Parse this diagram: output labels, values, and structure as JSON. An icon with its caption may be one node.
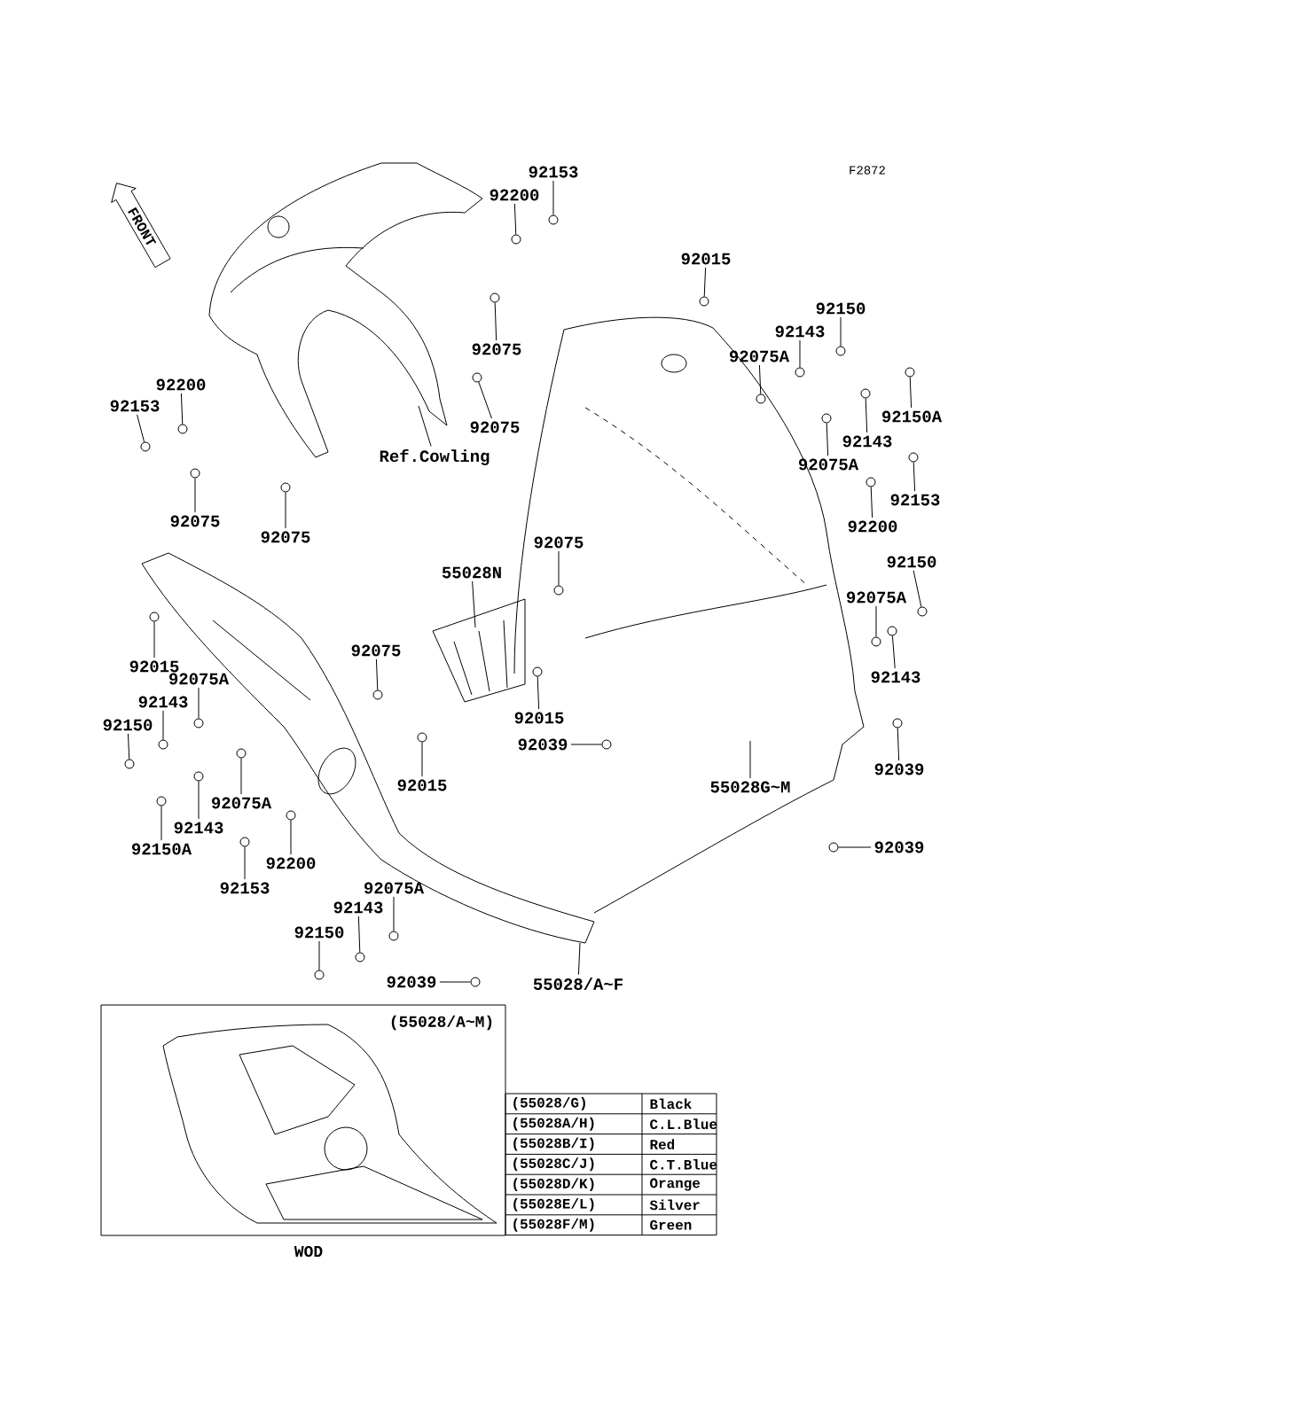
{
  "diagram": {
    "nodes": [
      {
        "text": [
          "92153"
        ]
      },
      {
        "text": [
          "92200"
        ]
      },
      {
        "text": [
          "92015"
        ]
      },
      {
        "text": [
          "92150"
        ]
      },
      {
        "text": [
          "92143"
        ]
      },
      {
        "text": [
          "92075"
        ]
      },
      {
        "text": [
          "92075A"
        ]
      },
      {
        "text": [
          "92200"
        ]
      },
      {
        "text": [
          "92153"
        ]
      },
      {
        "text": [
          "92150A"
        ]
      },
      {
        "text": [
          "92075"
        ]
      },
      {
        "text": [
          "92143"
        ]
      },
      {
        "text": [
          "Ref.Cowling"
        ]
      },
      {
        "text": [
          "92075A"
        ]
      },
      {
        "text": [
          "92153"
        ]
      },
      {
        "text": [
          "92075"
        ]
      },
      {
        "text": [
          "92075"
        ]
      },
      {
        "text": [
          "92200"
        ]
      },
      {
        "text": [
          "92075"
        ]
      },
      {
        "text": [
          "92150"
        ]
      },
      {
        "text": [
          "55028N"
        ]
      },
      {
        "text": [
          "92075A"
        ]
      },
      {
        "text": [
          "92015"
        ]
      },
      {
        "text": [
          "92075A"
        ]
      },
      {
        "text": [
          "92143"
        ]
      },
      {
        "text": [
          "92075"
        ]
      },
      {
        "text": [
          "92143"
        ]
      },
      {
        "text": [
          "92150"
        ]
      },
      {
        "text": [
          "92015"
        ]
      },
      {
        "text": [
          "92039"
        ]
      },
      {
        "text": [
          "92039"
        ]
      },
      {
        "text": [
          "92015"
        ]
      },
      {
        "text": [
          "55028G~M"
        ]
      },
      {
        "text": [
          "92075A"
        ]
      },
      {
        "text": [
          "92143"
        ]
      },
      {
        "text": [
          "92200"
        ]
      },
      {
        "text": [
          "92150A"
        ]
      },
      {
        "text": [
          "92039"
        ]
      },
      {
        "text": [
          "92153"
        ]
      },
      {
        "text": [
          "92075A"
        ]
      },
      {
        "text": [
          "92143"
        ]
      },
      {
        "text": [
          "92150"
        ]
      },
      {
        "text": [
          "92039"
        ]
      },
      {
        "text": [
          "55028/A~F"
        ]
      },
      {
        "text": [],
        "shape": "circle"
      },
      {
        "text": [],
        "shape": "circle"
      },
      {
        "text": [],
        "shape": "circle"
      },
      {
        "text": [],
        "shape": "circle"
      },
      {
        "text": [],
        "shape": "circle"
      },
      {
        "text": [],
        "shape": "circle"
      },
      {
        "text": [],
        "shape": "circle"
      },
      {
        "text": [],
        "shape": "circle"
      },
      {
        "text": [],
        "shape": "circle"
      },
      {
        "text": [],
        "shape": "circle"
      },
      {
        "text": [],
        "shape": "circle"
      },
      {
        "text": [],
        "shape": "circle"
      },
      {
        "text": [],
        "shape": "circle"
      },
      {
        "text": [],
        "shape": "circle"
      },
      {
        "text": [],
        "shape": "circle"
      },
      {
        "text": [],
        "shape": "circle"
      },
      {
        "text": [],
        "shape": "circle"
      },
      {
        "text": [],
        "shape": "circle"
      },
      {
        "text": [],
        "shape": "circle"
      },
      {
        "text": [],
        "shape": "circle"
      },
      {
        "text": [],
        "shape": "circle"
      },
      {
        "text": [],
        "shape": "circle"
      },
      {
        "text": [],
        "shape": "circle"
      },
      {
        "text": [],
        "shape": "circle"
      },
      {
        "text": [],
        "shape": "circle"
      },
      {
        "text": [],
        "shape": "circle"
      },
      {
        "text": [],
        "shape": "circle"
      },
      {
        "text": [],
        "shape": "circle"
      },
      {
        "text": [],
        "shape": "circle"
      },
      {
        "text": [],
        "shape": "circle"
      },
      {
        "text": [],
        "shape": "circle"
      },
      {
        "text": [],
        "shape": "circle"
      },
      {
        "text": [],
        "shape": "circle"
      },
      {
        "text": [],
        "shape": "circle"
      },
      {
        "text": [],
        "shape": "circle"
      },
      {
        "text": [],
        "shape": "circle"
      },
      {
        "text": [],
        "shape": "circle"
      },
      {
        "text": [],
        "shape": "circle"
      },
      {
        "text": [],
        "shape": "circle"
      },
      {
        "text": [],
        "shape": "circle"
      }
    ],
    "edges": [
      {
        "from": 0,
        "to": 44,
        "arrow": "none"
      },
      {
        "from": 1,
        "to": 45,
        "arrow": "none"
      },
      {
        "from": 2,
        "to": 46,
        "arrow": "none"
      },
      {
        "from": 3,
        "to": 47,
        "arrow": "none"
      },
      {
        "from": 4,
        "to": 48,
        "arrow": "none"
      },
      {
        "from": 5,
        "to": 49,
        "arrow": "none"
      },
      {
        "from": 6,
        "to": 50,
        "arrow": "none"
      },
      {
        "from": 7,
        "to": 51,
        "arrow": "none"
      },
      {
        "from": 8,
        "to": 52,
        "arrow": "none"
      },
      {
        "from": 9,
        "to": 53,
        "arrow": "none"
      },
      {
        "from": 10,
        "to": 54,
        "arrow": "none"
      },
      {
        "from": 11,
        "to": 55,
        "arrow": "none"
      },
      {
        "from": 12,
        "to": null,
        "arrow": "none"
      },
      {
        "from": 13,
        "to": 56,
        "arrow": "none"
      },
      {
        "from": 14,
        "to": 57,
        "arrow": "none"
      },
      {
        "from": 15,
        "to": 58,
        "arrow": "none"
      },
      {
        "from": 16,
        "to": 59,
        "arrow": "none"
      },
      {
        "from": 17,
        "to": 60,
        "arrow": "none"
      },
      {
        "from": 18,
        "to": 61,
        "arrow": "none"
      },
      {
        "from": 19,
        "to": 62,
        "arrow": "none"
      },
      {
        "from": 20,
        "to": null,
        "arrow": "none"
      },
      {
        "from": 21,
        "to": 63,
        "arrow": "none"
      },
      {
        "from": 22,
        "to": 64,
        "arrow": "none"
      },
      {
        "from": 23,
        "to": 65,
        "arrow": "none"
      },
      {
        "from": 24,
        "to": 66,
        "arrow": "none"
      },
      {
        "from": 25,
        "to": 67,
        "arrow": "none"
      },
      {
        "from": 26,
        "to": 68,
        "arrow": "none"
      },
      {
        "from": 27,
        "to": 69,
        "arrow": "none"
      },
      {
        "from": 28,
        "to": 70,
        "arrow": "none"
      },
      {
        "from": 29,
        "to": 71,
        "arrow": "none"
      },
      {
        "from": 30,
        "to": 72,
        "arrow": "none"
      },
      {
        "from": 31,
        "to": 73,
        "arrow": "none"
      },
      {
        "from": 32,
        "to": null,
        "arrow": "none"
      },
      {
        "from": 33,
        "to": 74,
        "arrow": "none"
      },
      {
        "from": 34,
        "to": 75,
        "arrow": "none"
      },
      {
        "from": 35,
        "to": 76,
        "arrow": "none"
      },
      {
        "from": 36,
        "to": 77,
        "arrow": "none"
      },
      {
        "from": 37,
        "to": 78,
        "arrow": "none"
      },
      {
        "from": 38,
        "to": 79,
        "arrow": "none"
      },
      {
        "from": 39,
        "to": 80,
        "arrow": "none"
      },
      {
        "from": 40,
        "to": 81,
        "arrow": "none"
      },
      {
        "from": 41,
        "to": 82,
        "arrow": "none"
      },
      {
        "from": 42,
        "to": 83,
        "arrow": "none"
      },
      {
        "from": 43,
        "to": null,
        "arrow": "none"
      }
    ],
    "labels": [
      "F2872",
      "FRONT",
      "(55028/A~M)",
      "WOD",
      "(55028/G)",
      "Black",
      "(55028A/H)",
      "C.L.Blue",
      "(55028B/I)",
      "Red",
      "(55028C/J)",
      "C.T.Blue",
      "(55028D/K)",
      "Orange",
      "(55028E/L)",
      "Silver",
      "(55028F/M)",
      "Green"
    ]
  }
}
